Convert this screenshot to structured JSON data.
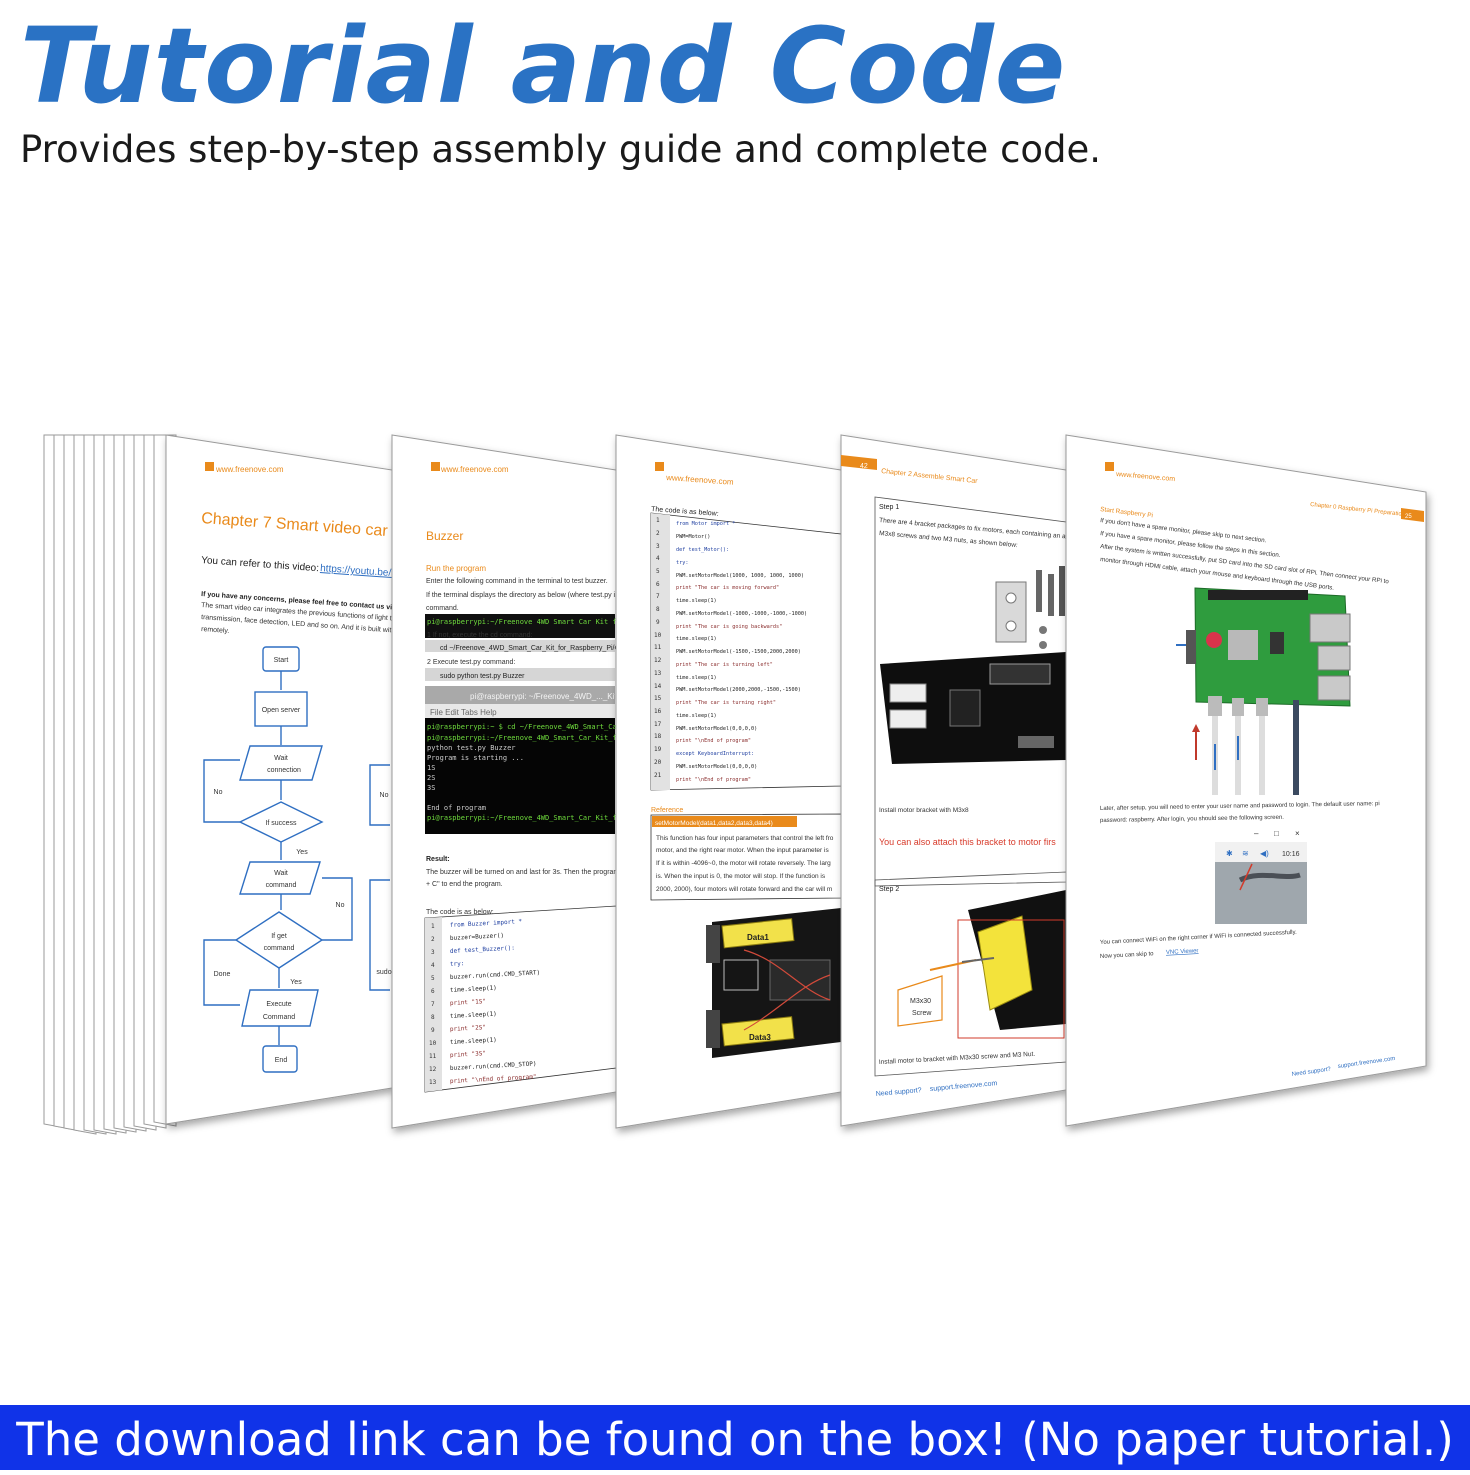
{
  "header": {
    "title": "Tutorial and Code",
    "subtitle": "Provides step-by-step assembly guide and complete code."
  },
  "footer": {
    "text": "The download link can be found on the box! (No paper tutorial.)"
  },
  "colors": {
    "title_blue": "#2a72c4",
    "footer_blue": "#1033e8",
    "accent_orange": "#e98a1b",
    "link_blue": "#2f6fc2"
  },
  "site": "www.freenove.com",
  "pages": {
    "p1": {
      "chapter": "Chapter 7 Smart video car",
      "refer": "You can refer to this video:",
      "link": "https://youtu.be/S",
      "concern": "If you have any concerns, please feel free to contact us via s",
      "body": [
        "The smart video car integrates the previous functions of light tr",
        "transmission, face detection, LED and so on. And it is built with",
        "remotely."
      ],
      "flow": [
        "Start",
        "Open server",
        "Wait",
        "connection",
        "If success",
        "Yes",
        "Wait",
        "command",
        "If get",
        "command",
        "Yes",
        "Execute",
        "Command",
        "End",
        "No",
        "No",
        "Done",
        "No",
        "sudo"
      ]
    },
    "p2": {
      "heading": "Buzzer",
      "run": "Run the program",
      "lines": [
        "Enter the following command in the terminal to test buzzer.",
        "If the terminal displays the directory as below (where test.py is l",
        "command."
      ],
      "prompt": "pi@raspberrypi:~/Freenove 4WD Smart Car Kit for",
      "step1": "1   If not, execute the cd command:",
      "cmd1": "cd ~/Freenove_4WD_Smart_Car_Kit_for_Raspberry_Pi/Code/",
      "step2": "2   Execute test.py command:",
      "cmd2": "sudo python test.py Buzzer",
      "term_title": "pi@raspberrypi: ~/Freenove_4WD_..._Kit_for_",
      "term_menu": "File   Edit   Tabs   Help",
      "term_lines": [
        "pi@raspberrypi:~ $ cd ~/Freenove_4WD_Smart_Car_K",
        "pi@raspberrypi:~/Freenove_4WD_Smart_Car_Kit_for_",
        "python test.py Buzzer",
        "Program is starting ...",
        "1S",
        "2S",
        "3S",
        "",
        "End of program",
        "pi@raspberrypi:~/Freenove_4WD_Smart_Car_Kit_for_"
      ],
      "result": "Result:",
      "result_lines": [
        "The buzzer will be turned on and last for 3s. Then the program",
        "+ C\" to end the program."
      ],
      "code_intro": "The code is as below:",
      "code": [
        "from Buzzer import *",
        "buzzer=Buzzer()",
        "def test_Buzzer():",
        "    try:",
        "        buzzer.run(cmd.CMD_START)",
        "        time.sleep(1)",
        "        print \"1S\"",
        "        time.sleep(1)",
        "        print \"2S\"",
        "        time.sleep(1)",
        "        print \"3S\"",
        "        buzzer.run(cmd.CMD_STOP)",
        "        print \"\\nEnd of program\""
      ]
    },
    "p3": {
      "code_intro": "The code is as below:",
      "code": [
        "from Motor import *",
        "PWM=Motor()",
        "def test_Motor():",
        "    try:",
        "        PWM.setMotorModel(1000, 1000, 1000, 1000)",
        "        print \"The car is moving forward\"",
        "        time.sleep(1)",
        "        PWM.setMotorModel(-1000,-1000,-1000,-1000)",
        "        print \"The car is going backwards\"",
        "        time.sleep(1)",
        "        PWM.setMotorModel(-1500,-1500,2000,2000)",
        "        print \"The car is turning left\"",
        "        time.sleep(1)",
        "        PWM.setMotorModel(2000,2000,-1500,-1500)",
        "        print \"The car is turning right\"",
        "        time.sleep(1)",
        "        PWM.setMotorModel(0,0,0,0)",
        "        print \"\\nEnd of program\"",
        "    except KeyboardInterrupt:",
        "        PWM.setMotorModel(0,0,0,0)",
        "        print \"\\nEnd of program\""
      ],
      "reference": "Reference",
      "ref_func": "setMotorModel(data1,data2,data3,data4)",
      "ref_lines": [
        "This function has four input parameters that control the left fro",
        "motor, and the right rear motor. When the input parameter is",
        "If it is within -4096~0, the motor will rotate reversely. The larg",
        "is. When the input is 0, the motor will stop. If the function is",
        "2000, 2000), four motors will rotate forward and the car will m"
      ],
      "data1": "Data1",
      "data3": "Data3"
    },
    "p4": {
      "page_no": "42",
      "chapter": "Chapter 2 Assemble Smart Car",
      "step1": "Step 1",
      "step1_lines": [
        "There are 4 bracket packages to fix motors, each containing an a",
        "M3x8 screws and two M3 nuts, as shown below:"
      ],
      "caption1": "Install motor bracket with M3x8",
      "note": "You can also attach this bracket to motor firs",
      "step2": "Step 2",
      "screw1": "M3x30",
      "screw2": "Screw",
      "caption2": "Install motor to bracket with M3x30 screw and M3 Nut.",
      "support": "Need support?",
      "email": "support.freenove.com"
    },
    "p5": {
      "chapter": "Chapter 0 Raspberry Pi Preparation",
      "page_no": "25",
      "start": "Start Raspberry Pi",
      "lines": [
        "If you don't have a spare monitor, please skip to next section.",
        "If you have a spare monitor, please follow the steps in this section.",
        "After the system is written successfully, put SD card into the SD card slot of RPi. Then connect your RPi to",
        "monitor through HDMI cable, attach your mouse and keyboard through the USB ports."
      ],
      "later": [
        "Later, after setup, you will need to enter your user name and password to login. The default user name: pi",
        "password: raspberry. After login, you should see the following screen."
      ],
      "clock": "10:16",
      "wifi": "You can connect WiFi on the right corner if WiFi is connected successfully.",
      "vnc_prefix": "Now you can skip to",
      "vnc": "VNC Viewer",
      "support": "Need support?",
      "email": "support.freenove.com"
    }
  }
}
